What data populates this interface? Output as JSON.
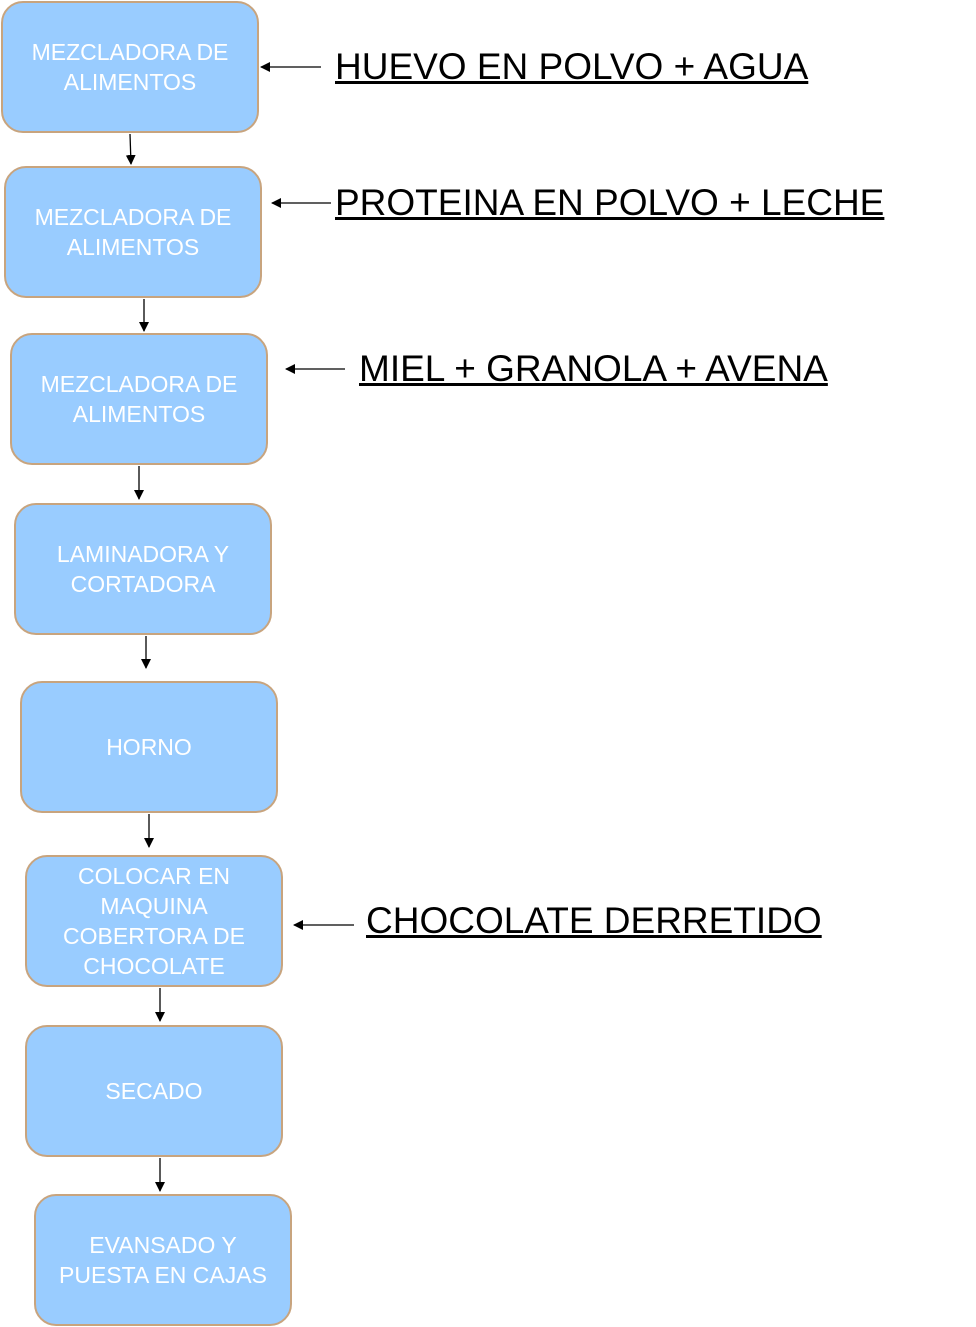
{
  "steps": [
    {
      "label": "MEZCLADORA DE ALIMENTOS"
    },
    {
      "label": "MEZCLADORA DE ALIMENTOS"
    },
    {
      "label": "MEZCLADORA DE ALIMENTOS"
    },
    {
      "label": "LAMINADORA Y CORTADORA"
    },
    {
      "label": "HORNO"
    },
    {
      "label": "COLOCAR EN MAQUINA COBERTORA DE CHOCOLATE"
    },
    {
      "label": "SECADO"
    },
    {
      "label": "EVANSADO Y PUESTA EN CAJAS"
    }
  ],
  "inputs": [
    {
      "label": "HUEVO EN POLVO + AGUA"
    },
    {
      "label": "PROTEINA EN POLVO + LECHE"
    },
    {
      "label": "MIEL + GRANOLA + AVENA"
    },
    {
      "label": "CHOCOLATE DERRETIDO"
    }
  ],
  "colors": {
    "box_fill": "#99ccff",
    "box_border": "#c8a47e",
    "box_text": "#ffffff",
    "label_text": "#000000",
    "arrow": "#000000"
  }
}
